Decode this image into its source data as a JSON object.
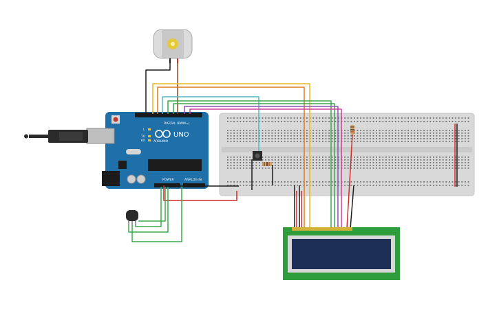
{
  "arduino": {
    "brand": "ARDUINO",
    "model": "UNO",
    "digital_label": "DIGITAL (PWM~)",
    "power_label": "POWER",
    "analog_label": "ANALOG IN",
    "led_l": "L",
    "led_tx": "TX",
    "led_rx": "RX",
    "icon": "arduino-infinity-logo-icon"
  },
  "colors": {
    "board": "#1f6fa8",
    "breadboard": "#dcdcdc",
    "lcd_pcb": "#2e9e3c",
    "lcd_screen": "#1e2f55",
    "wire_black": "#1a1a1a",
    "wire_red": "#d12a2a",
    "wire_yellow": "#e8b720",
    "wire_orange": "#e27a1f",
    "wire_green": "#3aa84a",
    "wire_teal": "#53b8c4",
    "wire_purple": "#8f4fb3",
    "wire_magenta": "#d13c9a",
    "wire_brown": "#8a4a1c"
  },
  "components": {
    "motor": "dc-motor-icon",
    "sensor": "temperature-sensor-icon",
    "button": "pushbutton-icon",
    "resistor": "resistor-icon",
    "usb": "usb-cable-icon"
  }
}
